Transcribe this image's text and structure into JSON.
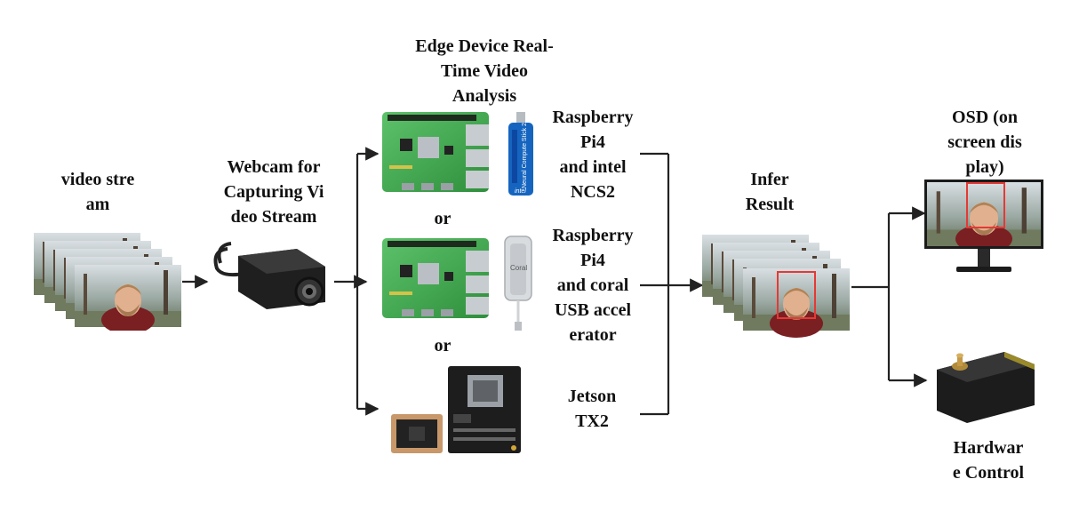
{
  "labels": {
    "video_stream": "video stre\nam",
    "webcam": "Webcam for\nCapturing Vi\ndeo Stream",
    "edge_device": "Edge Device Real-\nTime Video\nAnalysis",
    "or_1": "or",
    "or_2": "or",
    "rpi_ncs2": "Raspberry\nPi4\nand intel\nNCS2",
    "rpi_coral": "Raspberry\nPi4\nand coral\nUSB accel\nerator",
    "jetson": "Jetson\nTX2",
    "infer_result": "Infer\nResult",
    "osd": "OSD (on\nscreen dis\nplay)",
    "hardware_control": "Hardwar\ne Control"
  },
  "device_text": {
    "coral_logo": "Coral",
    "ncs_stick_text": "Neural Compute Stick 2",
    "intel_logo": "intel"
  },
  "icons": {
    "video_frames": "video-frame-stack-icon",
    "webcam": "usb-webcam-icon",
    "raspberry_pi": "raspberry-pi-board-icon",
    "ncs2": "intel-ncs2-stick-icon",
    "coral": "coral-usb-accelerator-icon",
    "jetson": "jetson-tx2-board-icon",
    "monitor": "monitor-icon",
    "servo": "servo-motor-icon"
  },
  "colors": {
    "connector": "#222222",
    "detection_box": "#e53935",
    "pi_board": "#4caf50",
    "ncs_blue": "#1565c0"
  }
}
